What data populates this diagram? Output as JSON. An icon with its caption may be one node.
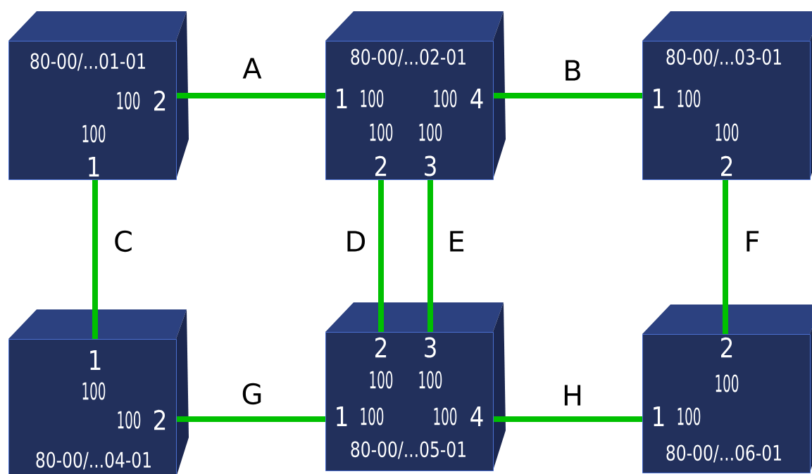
{
  "diagram": {
    "nodes": [
      {
        "text": [
          "80-00/...01-01",
          "100",
          "2",
          "100",
          "1"
        ]
      },
      {
        "text": [
          "80-00/...02-01",
          "1",
          "100",
          "100",
          "4",
          "100",
          "100",
          "2",
          "3"
        ]
      },
      {
        "text": [
          "80-00/...03-01",
          "1",
          "100",
          "100",
          "2"
        ]
      },
      {
        "text": [
          "1",
          "100",
          "100",
          "2",
          "80-00/...04-01"
        ]
      },
      {
        "text": [
          "2",
          "3",
          "100",
          "100",
          "1",
          "100",
          "100",
          "4",
          "80-00/...05-01"
        ]
      },
      {
        "text": [
          "2",
          "100",
          "1",
          "100",
          "80-00/...06-01"
        ]
      }
    ],
    "edges": [
      {
        "from": 0,
        "to": 1,
        "arrow": "none",
        "label": "A"
      },
      {
        "from": 1,
        "to": 2,
        "arrow": "none",
        "label": "B"
      },
      {
        "from": 0,
        "to": 3,
        "arrow": "none",
        "label": "C"
      },
      {
        "from": 1,
        "to": 4,
        "arrow": "none",
        "label": "D"
      },
      {
        "from": 1,
        "to": 4,
        "arrow": "none",
        "label": "E"
      },
      {
        "from": 2,
        "to": 5,
        "arrow": "none",
        "label": "F"
      },
      {
        "from": 3,
        "to": 4,
        "arrow": "none",
        "label": "G"
      },
      {
        "from": 4,
        "to": 5,
        "arrow": "none",
        "label": "H"
      }
    ]
  }
}
